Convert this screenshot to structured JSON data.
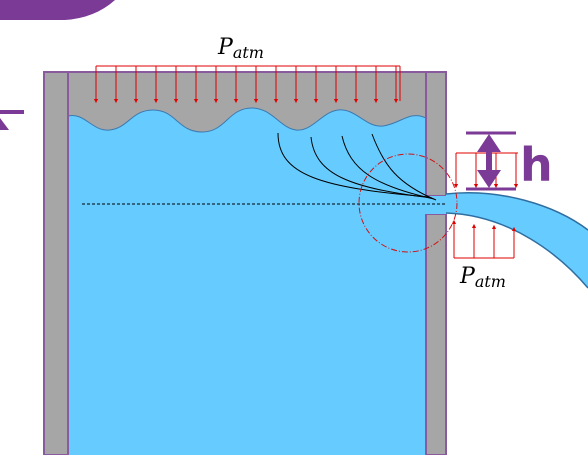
{
  "labels": {
    "top_pressure_symbol": "P",
    "top_pressure_subscript": "atm",
    "side_pressure_symbol": "P",
    "side_pressure_subscript": "atm",
    "height_label": "h"
  },
  "colors": {
    "water": "#66ccff",
    "air_gap": "#a6a6a6",
    "wall": "#a6a6a6",
    "wall_outline": "#8a5a9e",
    "tab_purple": "#7b3a96",
    "arrow_red": "#e00000",
    "height_marker": "#7b3a96"
  }
}
